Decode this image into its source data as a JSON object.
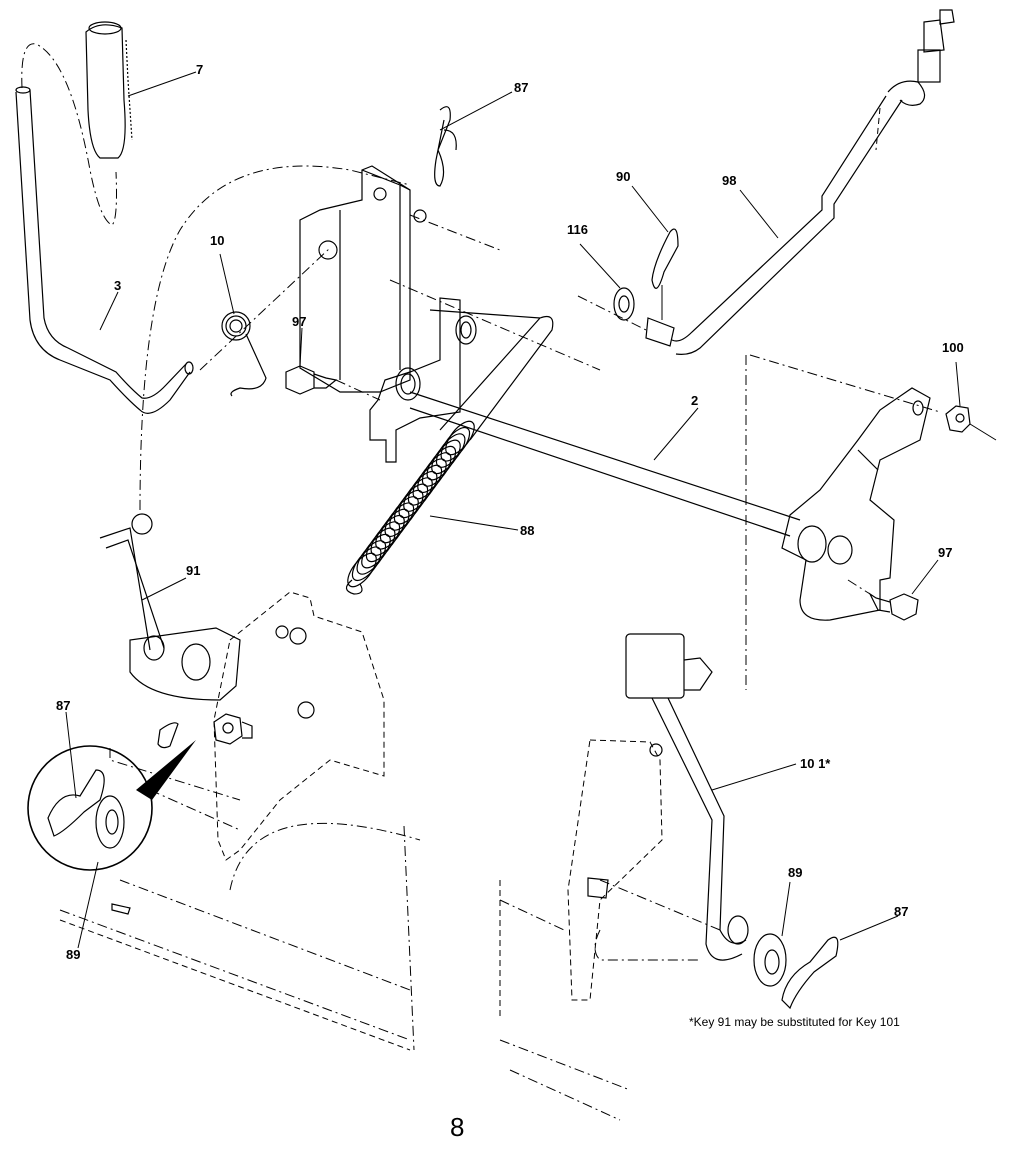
{
  "diagram": {
    "type": "exploded parts diagram",
    "colors": {
      "line": "#000000",
      "background": "#ffffff"
    },
    "callouts": [
      {
        "id": "c7",
        "label": "7"
      },
      {
        "id": "c87a",
        "label": "87"
      },
      {
        "id": "c90",
        "label": "90"
      },
      {
        "id": "c98",
        "label": "98"
      },
      {
        "id": "c116",
        "label": "116"
      },
      {
        "id": "c10",
        "label": "10"
      },
      {
        "id": "c3",
        "label": "3"
      },
      {
        "id": "c97a",
        "label": "97"
      },
      {
        "id": "c100",
        "label": "100"
      },
      {
        "id": "c2",
        "label": "2"
      },
      {
        "id": "c88",
        "label": "88"
      },
      {
        "id": "c97b",
        "label": "97"
      },
      {
        "id": "c91",
        "label": "91"
      },
      {
        "id": "c87b",
        "label": "87"
      },
      {
        "id": "c89a",
        "label": "89"
      },
      {
        "id": "c101",
        "label": "10 1*"
      },
      {
        "id": "c89b",
        "label": "89"
      },
      {
        "id": "c87c",
        "label": "87"
      }
    ],
    "footnote": "*Key 91 may be substituted for Key 101",
    "page_number": "8"
  }
}
